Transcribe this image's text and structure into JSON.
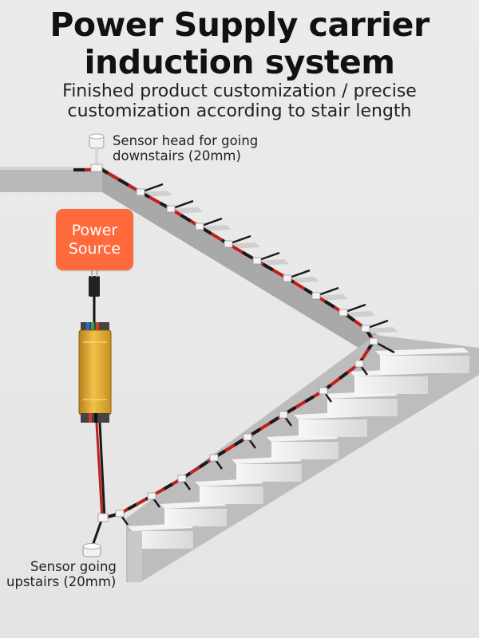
{
  "title": {
    "line1": "Power Supply carrier",
    "line2": "induction system"
  },
  "subtitle": {
    "line1": "Finished product customization / precise",
    "line2": "customization according to stair length"
  },
  "sensor_down": {
    "line1": "Sensor head for going",
    "line2": "downstairs (20mm)"
  },
  "power": {
    "line1": "Power",
    "line2": "Source"
  },
  "sensor_up": {
    "line1": "Sensor going",
    "line2": "upstairs (20mm)"
  },
  "colors": {
    "accent": "#ff6a3d",
    "cable_red": "#c0201c",
    "cable_black": "#1a1a1a",
    "driver_gold": "#e3a52c"
  }
}
